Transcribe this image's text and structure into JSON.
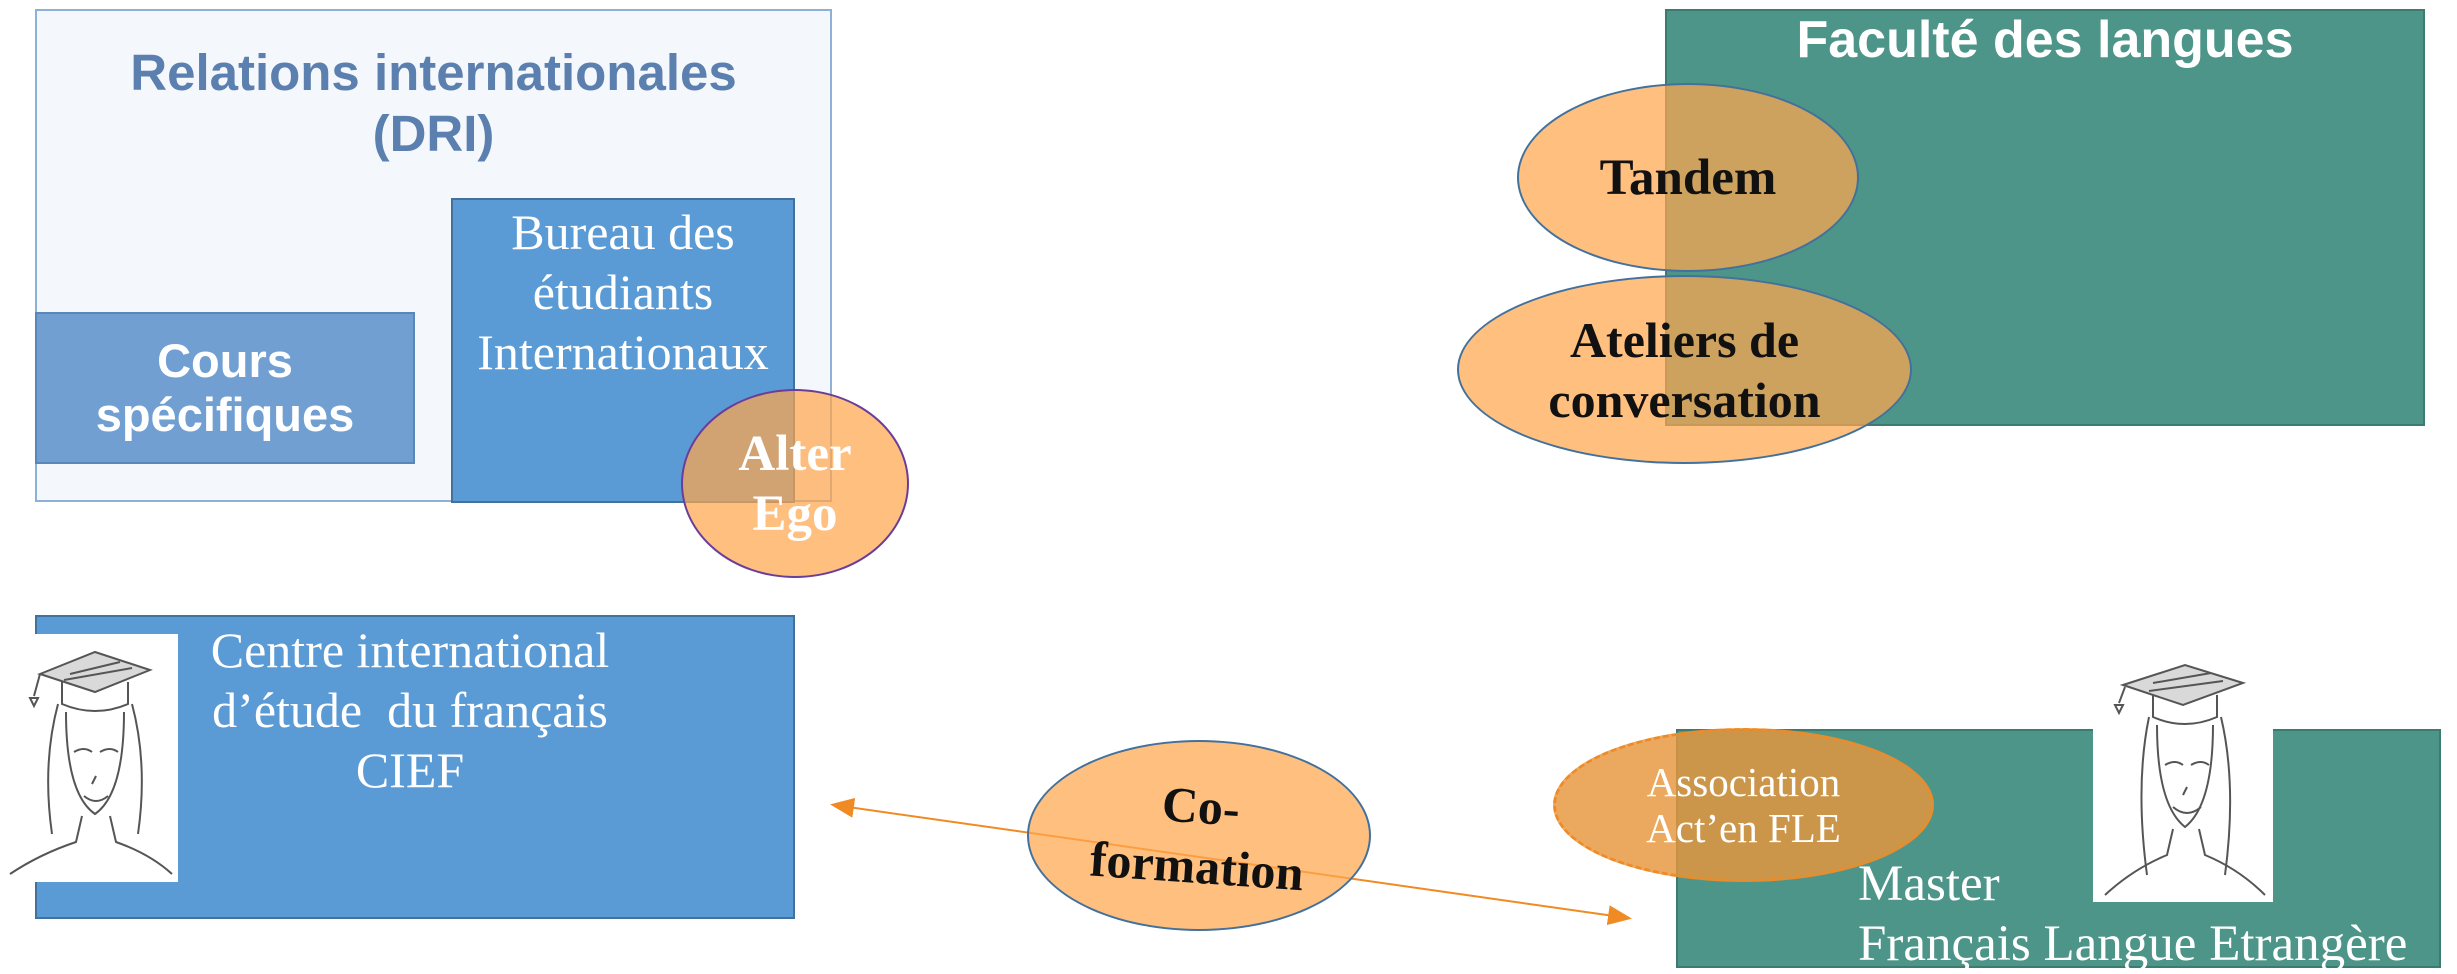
{
  "dri": {
    "title_line1": "Relations internationales",
    "title_line2": "(DRI)",
    "cours_line1": "Cours",
    "cours_line2": "spécifiques",
    "bureau_line1": "Bureau des",
    "bureau_line2": "étudiants",
    "bureau_line3": "Internationaux"
  },
  "alter_ego": {
    "line1": "Alter",
    "line2": "Ego"
  },
  "cief": {
    "line1": "Centre international",
    "line2": "d’étude  du français",
    "line3": "CIEF"
  },
  "faculte": {
    "title": "Faculté des langues",
    "tandem": "Tandem",
    "ateliers_line1": "Ateliers de",
    "ateliers_line2": "conversation"
  },
  "coformation": {
    "line1": "Co-",
    "line2": "formation"
  },
  "association": {
    "line1": "Association",
    "line2": "Act’en FLE"
  },
  "master": {
    "line1": "Master",
    "line2": "Français Langue Etrangère"
  },
  "colors": {
    "dri_title": "#5b7fae",
    "blue_box": "#5b9bd5",
    "cours_box": "#719fd2",
    "green_box": "#4e9589",
    "orange_oval": "#ffa64d",
    "arrow": "#f08a24"
  },
  "icons": {
    "portrait": "graduate-portrait-icon",
    "arrow": "double-headed-arrow"
  }
}
